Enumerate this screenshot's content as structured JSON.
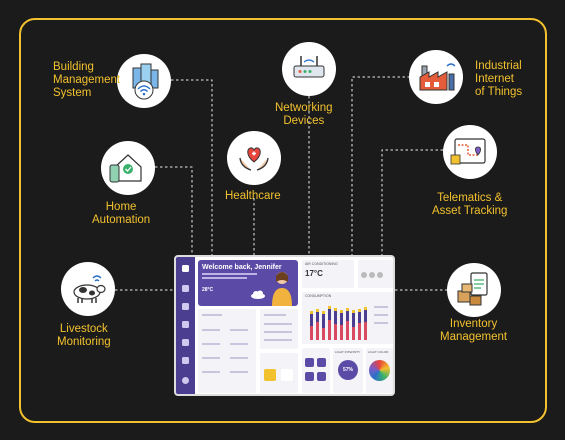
{
  "nodes": [
    {
      "id": "bms",
      "label": "Building\nManagement\nSystem",
      "icon": "building-wifi-icon"
    },
    {
      "id": "networking",
      "label": "Networking\nDevices",
      "icon": "router-icon"
    },
    {
      "id": "iiot",
      "label": "Industrial\nInternet\nof Things",
      "icon": "factory-icon"
    },
    {
      "id": "home",
      "label": "Home\nAutomation",
      "icon": "smart-home-icon"
    },
    {
      "id": "healthcare",
      "label": "Healthcare",
      "icon": "heart-hands-icon"
    },
    {
      "id": "telematics",
      "label": "Telematics &\nAsset Tracking",
      "icon": "map-pin-icon"
    },
    {
      "id": "livestock",
      "label": "Livestock\nMonitoring",
      "icon": "cow-icon"
    },
    {
      "id": "inventory",
      "label": "Inventory\nManagement",
      "icon": "clipboard-boxes-icon"
    }
  ],
  "dashboard": {
    "welcome_title": "Welcome back, Jennifer",
    "temperature": "28°C",
    "ac_title": "AIR CONDITIONING",
    "ac_temp": "17°C",
    "consumption_title": "CONSUMPTION",
    "humidity_value": "57%",
    "light_intensity": "LIGHT INTENSITY",
    "light_color": "LIGHT COLOR"
  },
  "colors": {
    "accent": "#f2c12e",
    "background": "#1b1b1b",
    "sidebar": "#4b3d8f",
    "primary_purple": "#5b4ba6"
  }
}
